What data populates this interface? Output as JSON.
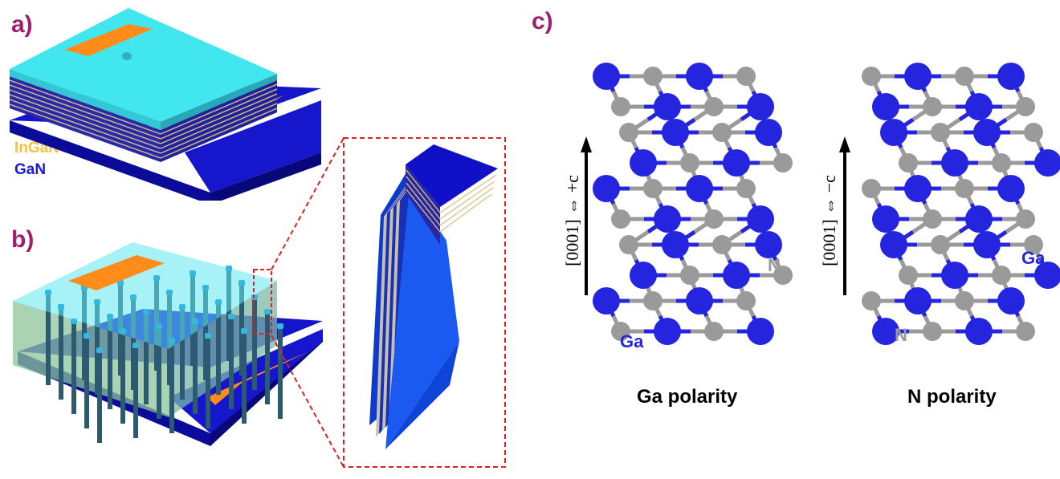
{
  "panels": {
    "a": {
      "label": "a)"
    },
    "b": {
      "label": "b)"
    },
    "c": {
      "label": "c)"
    }
  },
  "materials": {
    "ingan": {
      "label": "InGaN",
      "color": "#f5c242"
    },
    "gan": {
      "label": "GaN",
      "color": "#1a1ad8"
    }
  },
  "structures": [
    {
      "caption": "Ga polarity",
      "axis": "[0001] ⇔ +c",
      "ga_label": "Ga",
      "n_label": "N"
    },
    {
      "caption": "N polarity",
      "axis": "[0001] ⇔ −c",
      "ga_label": "Ga",
      "n_label": "N"
    }
  ],
  "colors": {
    "panel_label": "#a0206e",
    "cyan": "#3ee8ee",
    "substrate": "#1212c8",
    "contact": "#ff8c1a",
    "ga_atom": "#2525e0",
    "n_atom": "#9a9a9a",
    "inset_border": "#e02020"
  }
}
